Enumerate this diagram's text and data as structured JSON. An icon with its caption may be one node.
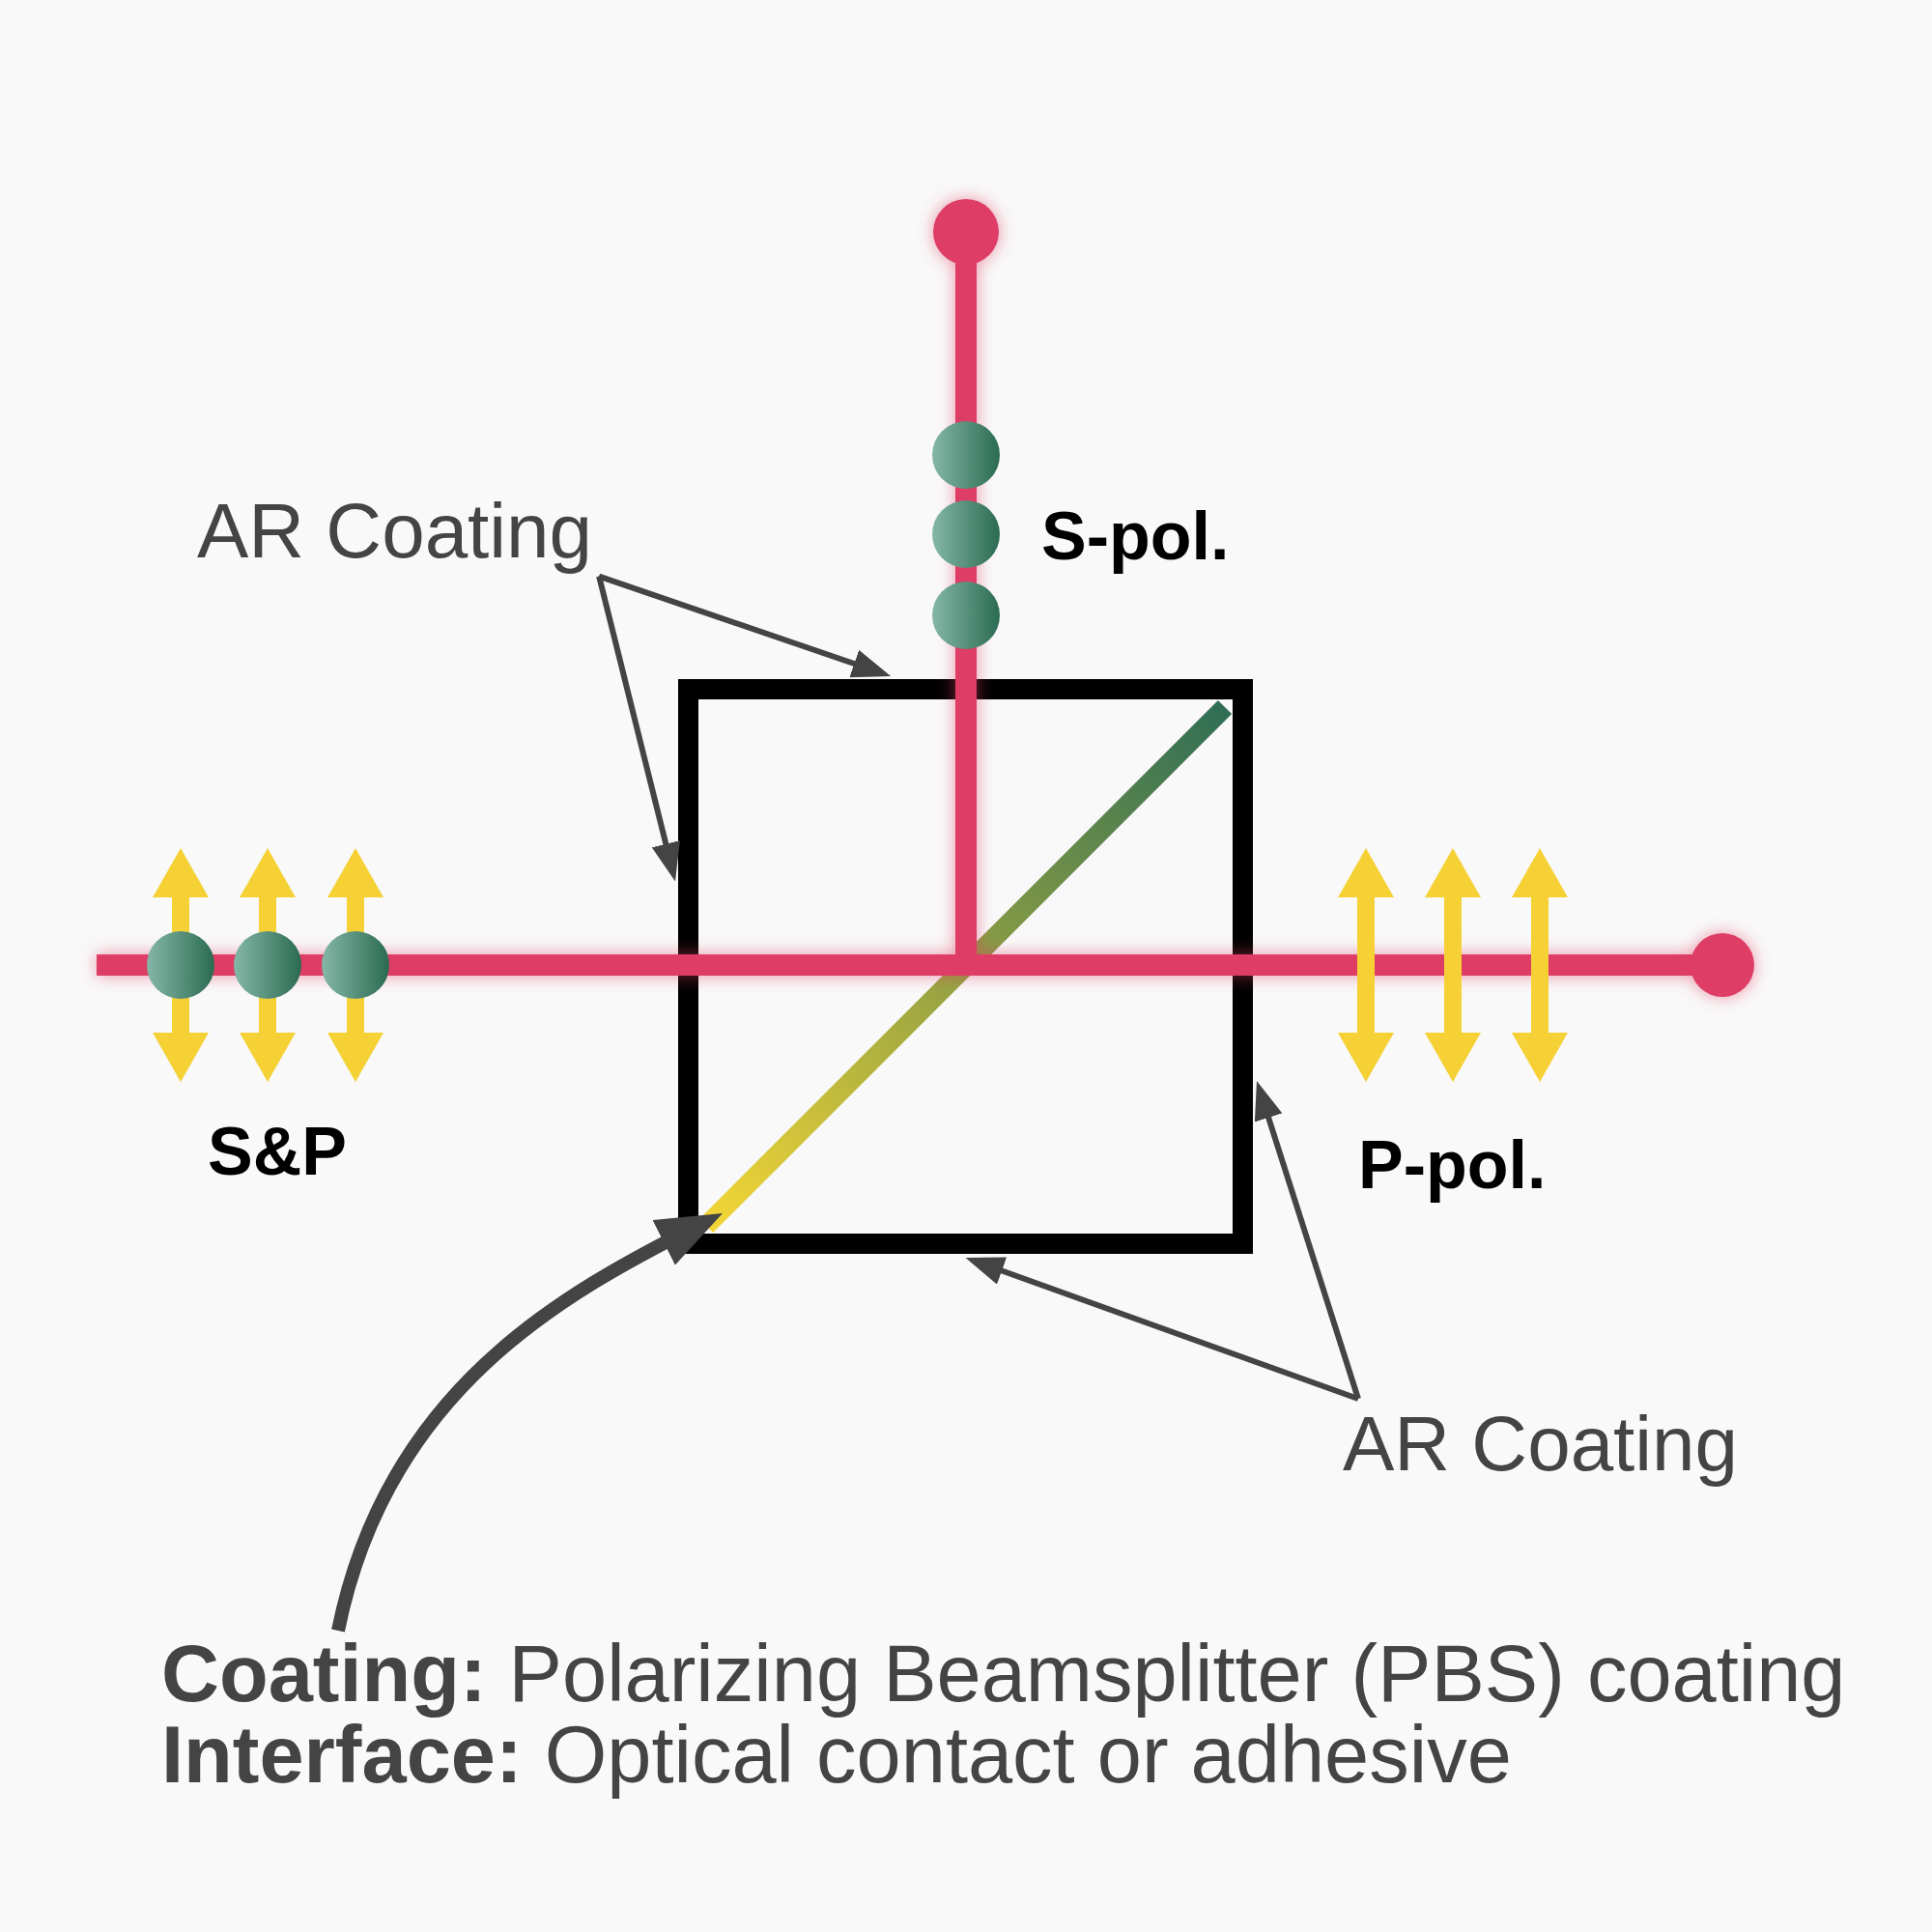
{
  "diagram": {
    "nodes": [
      {
        "text": [
          "AR Coating"
        ]
      },
      {
        "text": [],
        "shape": "box"
      },
      {
        "text": [],
        "shape": "line",
        "in": 1
      },
      {
        "text": [
          "AR Coating"
        ]
      },
      {
        "text": [
          "**Coating:** Polarizing Beamsplitter (PBS) coating",
          "**Interface:** Optical contact or adhesive"
        ]
      }
    ],
    "edges": [
      {
        "from": 0,
        "to": 1,
        "arrow": "to"
      },
      {
        "from": 0,
        "to": 1,
        "arrow": "to"
      },
      {
        "from": 3,
        "to": 1,
        "arrow": "to"
      },
      {
        "from": 3,
        "to": 1,
        "arrow": "to"
      },
      {
        "from": 4,
        "to": 2,
        "arrow": "to",
        "style": "thick"
      }
    ],
    "labels": [
      "S-pol.",
      "S&P",
      "P-pol."
    ]
  }
}
